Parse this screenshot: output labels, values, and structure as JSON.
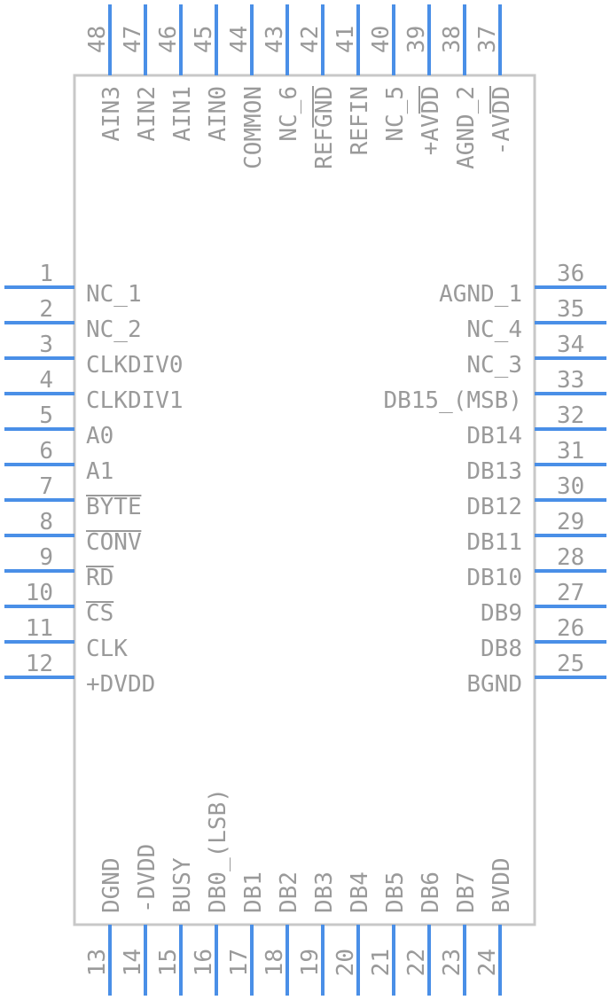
{
  "component": {
    "colors": {
      "pin": "#4a8fe7",
      "body_outline": "#c8c8c8",
      "text": "#9a9a9a",
      "background": "#ffffff"
    },
    "left_pins": [
      {
        "num": "1",
        "label": "NC_1"
      },
      {
        "num": "2",
        "label": "NC_2"
      },
      {
        "num": "3",
        "label": "CLKDIV0"
      },
      {
        "num": "4",
        "label": "CLKDIV1"
      },
      {
        "num": "5",
        "label": "A0"
      },
      {
        "num": "6",
        "label": "A1"
      },
      {
        "num": "7",
        "label": "BYTE"
      },
      {
        "num": "8",
        "label": "CONV"
      },
      {
        "num": "9",
        "label": "RD"
      },
      {
        "num": "10",
        "label": "CS"
      },
      {
        "num": "11",
        "label": "CLK"
      },
      {
        "num": "12",
        "label": "+DVDD"
      }
    ],
    "right_pins": [
      {
        "num": "36",
        "label": "AGND_1"
      },
      {
        "num": "35",
        "label": "NC_4"
      },
      {
        "num": "34",
        "label": "NC_3"
      },
      {
        "num": "33",
        "label": "DB15_(MSB)"
      },
      {
        "num": "32",
        "label": "DB14"
      },
      {
        "num": "31",
        "label": "DB13"
      },
      {
        "num": "30",
        "label": "DB12"
      },
      {
        "num": "29",
        "label": "DB11"
      },
      {
        "num": "28",
        "label": "DB10"
      },
      {
        "num": "27",
        "label": "DB9"
      },
      {
        "num": "26",
        "label": "DB8"
      },
      {
        "num": "25",
        "label": "BGND"
      }
    ],
    "top_pins": [
      {
        "num": "48",
        "label": "AIN3"
      },
      {
        "num": "47",
        "label": "AIN2"
      },
      {
        "num": "46",
        "label": "AIN1"
      },
      {
        "num": "45",
        "label": "AIN0"
      },
      {
        "num": "44",
        "label": "COMMON"
      },
      {
        "num": "43",
        "label": "NC_6"
      },
      {
        "num": "42",
        "label": "REFGND"
      },
      {
        "num": "41",
        "label": "REFIN"
      },
      {
        "num": "40",
        "label": "NC_5"
      },
      {
        "num": "39",
        "label": "+AVDD"
      },
      {
        "num": "38",
        "label": "AGND_2"
      },
      {
        "num": "37",
        "label": "-AVDD"
      }
    ],
    "bottom_pins": [
      {
        "num": "13",
        "label": "DGND"
      },
      {
        "num": "14",
        "label": "-DVDD"
      },
      {
        "num": "15",
        "label": "BUSY"
      },
      {
        "num": "16",
        "label": "DB0_(LSB)"
      },
      {
        "num": "17",
        "label": "DB1"
      },
      {
        "num": "18",
        "label": "DB2"
      },
      {
        "num": "19",
        "label": "DB3"
      },
      {
        "num": "20",
        "label": "DB4"
      },
      {
        "num": "21",
        "label": "DB5"
      },
      {
        "num": "22",
        "label": "DB6"
      },
      {
        "num": "23",
        "label": "DB7"
      },
      {
        "num": "24",
        "label": "BVDD"
      }
    ]
  }
}
